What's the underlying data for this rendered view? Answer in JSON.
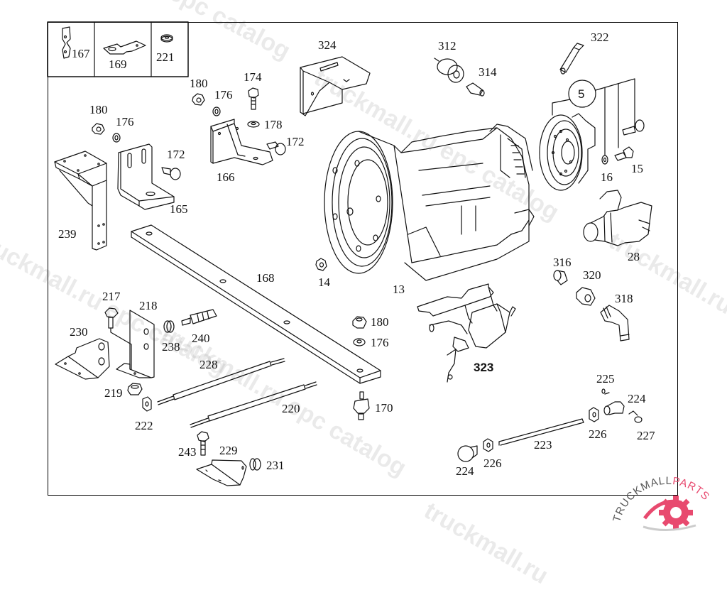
{
  "diagram": {
    "title": "Automatic transmission assembly and mounting parts",
    "inset_parts": [
      {
        "id": "167",
        "desc": "ground strap"
      },
      {
        "id": "169",
        "desc": "strap / bracket plate"
      },
      {
        "id": "221",
        "desc": "washer"
      }
    ],
    "callouts": [
      {
        "key": "l167",
        "text": "167"
      },
      {
        "key": "l169",
        "text": "169"
      },
      {
        "key": "l221",
        "text": "221"
      },
      {
        "key": "l180a",
        "text": "180"
      },
      {
        "key": "l176a",
        "text": "176"
      },
      {
        "key": "l174",
        "text": "174"
      },
      {
        "key": "l178",
        "text": "178"
      },
      {
        "key": "l172a",
        "text": "172"
      },
      {
        "key": "l166",
        "text": "166"
      },
      {
        "key": "l180b",
        "text": "180"
      },
      {
        "key": "l176b",
        "text": "176"
      },
      {
        "key": "l172b",
        "text": "172"
      },
      {
        "key": "l165",
        "text": "165"
      },
      {
        "key": "l239",
        "text": "239"
      },
      {
        "key": "l324",
        "text": "324"
      },
      {
        "key": "l312",
        "text": "312"
      },
      {
        "key": "l314",
        "text": "314"
      },
      {
        "key": "l322",
        "text": "322"
      },
      {
        "key": "l5",
        "text": "5"
      },
      {
        "key": "l16",
        "text": "16"
      },
      {
        "key": "l15",
        "text": "15"
      },
      {
        "key": "l28",
        "text": "28"
      },
      {
        "key": "l168",
        "text": "168"
      },
      {
        "key": "l14",
        "text": "14"
      },
      {
        "key": "l13",
        "text": "13"
      },
      {
        "key": "l316",
        "text": "316"
      },
      {
        "key": "l320",
        "text": "320"
      },
      {
        "key": "l318",
        "text": "318"
      },
      {
        "key": "l217",
        "text": "217"
      },
      {
        "key": "l218",
        "text": "218"
      },
      {
        "key": "l230",
        "text": "230"
      },
      {
        "key": "l238",
        "text": "238"
      },
      {
        "key": "l240",
        "text": "240"
      },
      {
        "key": "l180c",
        "text": "180"
      },
      {
        "key": "l176c",
        "text": "176"
      },
      {
        "key": "l323",
        "text": "323"
      },
      {
        "key": "l228",
        "text": "228"
      },
      {
        "key": "l219",
        "text": "219"
      },
      {
        "key": "l222",
        "text": "222"
      },
      {
        "key": "l220",
        "text": "220"
      },
      {
        "key": "l170",
        "text": "170"
      },
      {
        "key": "l225",
        "text": "225"
      },
      {
        "key": "l224a",
        "text": "224"
      },
      {
        "key": "l226a",
        "text": "226"
      },
      {
        "key": "l227",
        "text": "227"
      },
      {
        "key": "l223",
        "text": "223"
      },
      {
        "key": "l224b",
        "text": "224"
      },
      {
        "key": "l226b",
        "text": "226"
      },
      {
        "key": "l243",
        "text": "243"
      },
      {
        "key": "l229",
        "text": "229"
      },
      {
        "key": "l231",
        "text": "231"
      }
    ]
  },
  "labels": {
    "l167": "167",
    "l169": "169",
    "l221": "221",
    "l180a": "180",
    "l176a": "176",
    "l174": "174",
    "l178": "178",
    "l172a": "172",
    "l166": "166",
    "l180b": "180",
    "l176b": "176",
    "l172b": "172",
    "l165": "165",
    "l239": "239",
    "l324": "324",
    "l312": "312",
    "l314": "314",
    "l322": "322",
    "l5": "5",
    "l16": "16",
    "l15": "15",
    "l28": "28",
    "l168": "168",
    "l14": "14",
    "l13": "13",
    "l316": "316",
    "l320": "320",
    "l318": "318",
    "l217": "217",
    "l218": "218",
    "l230": "230",
    "l238": "238",
    "l240": "240",
    "l180c": "180",
    "l176c": "176",
    "l323": "323",
    "l228": "228",
    "l219": "219",
    "l222": "222",
    "l220": "220",
    "l170": "170",
    "l225": "225",
    "l224a": "224",
    "l226a": "226",
    "l227": "227",
    "l223": "223",
    "l224b": "224",
    "l226b": "226",
    "l243": "243",
    "l229": "229",
    "l231": "231"
  },
  "watermarks": {
    "w1": "truckmall.ru epc catalog",
    "w2": "epc catalog",
    "w3": "truckmall.ru epc catalog",
    "w4": "truckmall.ru epc catalog",
    "w5": "truckmall.ru e",
    "w6": "truckmall.ru"
  },
  "logo": {
    "text_left": "TRUCKMALL",
    "text_right": "PARTS",
    "colors": {
      "gear": "#e84a6f",
      "text_left": "#555555",
      "text_right": "#e84a6f"
    }
  }
}
